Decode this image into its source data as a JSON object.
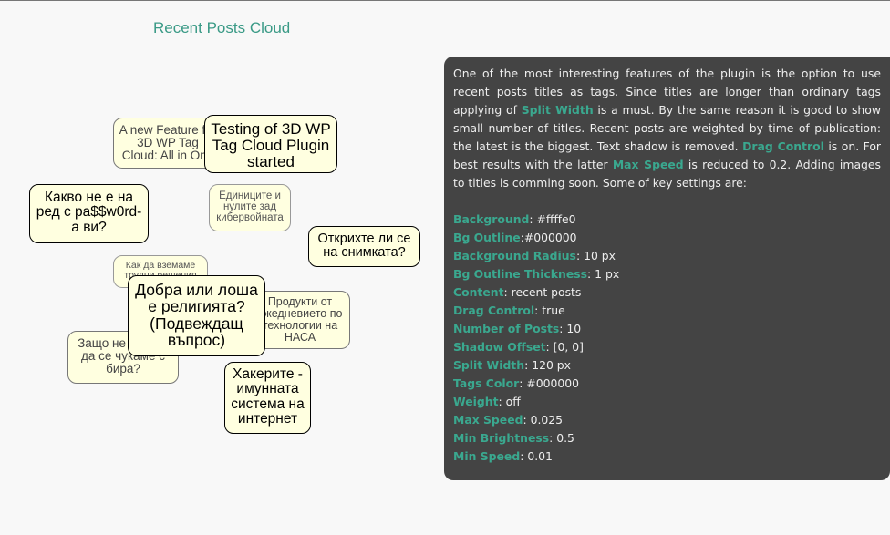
{
  "title": "Recent Posts Cloud",
  "tags": [
    {
      "text": "A new Feature for 3D WP Tag Cloud: All in One"
    },
    {
      "text": "Testing of 3D WP Tag Cloud Plugin started"
    },
    {
      "text": "Какво не е на ред с pa$$w0rd-а ви?"
    },
    {
      "text": "Единиците и нулите зад кибервойната"
    },
    {
      "text": "Открихте ли се на снимката?"
    },
    {
      "text": "Как да вземаме трудни решения"
    },
    {
      "text": "Добра или лоша е религията? (Подвеждащ въпрос)"
    },
    {
      "text": "Продукти от ежедневието по технологии на НАСА"
    },
    {
      "text": "Защо не трябва да се чукаме с бира?"
    },
    {
      "text": "Хакерите - имунната система на интернет"
    }
  ],
  "panel": {
    "desc": [
      {
        "t": "One of the most interesting features of the plugin is the option to use recent posts titles as tags. Since titles are longer than ordinary tags applying of "
      },
      {
        "t": "Split Width",
        "hl": true
      },
      {
        "t": " is a must. By the same reason it is good to show small number of titles. Recent posts are weighted by time of publication: the latest is the biggest. Text shadow is removed. "
      },
      {
        "t": "Drag Control",
        "hl": true
      },
      {
        "t": " is on. For best results with the latter "
      },
      {
        "t": "Max Speed",
        "hl": true
      },
      {
        "t": " is reduced to 0.2. Adding images to titles is comming soon. Some of key settings are:"
      }
    ],
    "settings": [
      {
        "key": "Background",
        "sep": ": ",
        "value": "#ffffe0"
      },
      {
        "key": "Bg Outline",
        "sep": ":",
        "value": "#000000"
      },
      {
        "key": "Background Radius",
        "sep": ": ",
        "value": "10 px"
      },
      {
        "key": "Bg Outline Thickness",
        "sep": ": ",
        "value": "1 px"
      },
      {
        "key": "Content",
        "sep": ": ",
        "value": "recent posts"
      },
      {
        "key": "Drag Control",
        "sep": ": ",
        "value": "true"
      },
      {
        "key": "Number of Posts",
        "sep": ": ",
        "value": "10"
      },
      {
        "key": "Shadow Offset",
        "sep": ": ",
        "value": "[0, 0]"
      },
      {
        "key": "Split Width",
        "sep": ": ",
        "value": "120 px"
      },
      {
        "key": "Tags Color",
        "sep": ": ",
        "value": "#000000"
      },
      {
        "key": "Weight",
        "sep": ": ",
        "value": "off"
      },
      {
        "key": "Max Speed",
        "sep": ": ",
        "value": "0.025"
      },
      {
        "key": "Min Brightness",
        "sep": ": ",
        "value": "0.5"
      },
      {
        "key": "Min Speed",
        "sep": ": ",
        "value": "0.01"
      }
    ]
  }
}
